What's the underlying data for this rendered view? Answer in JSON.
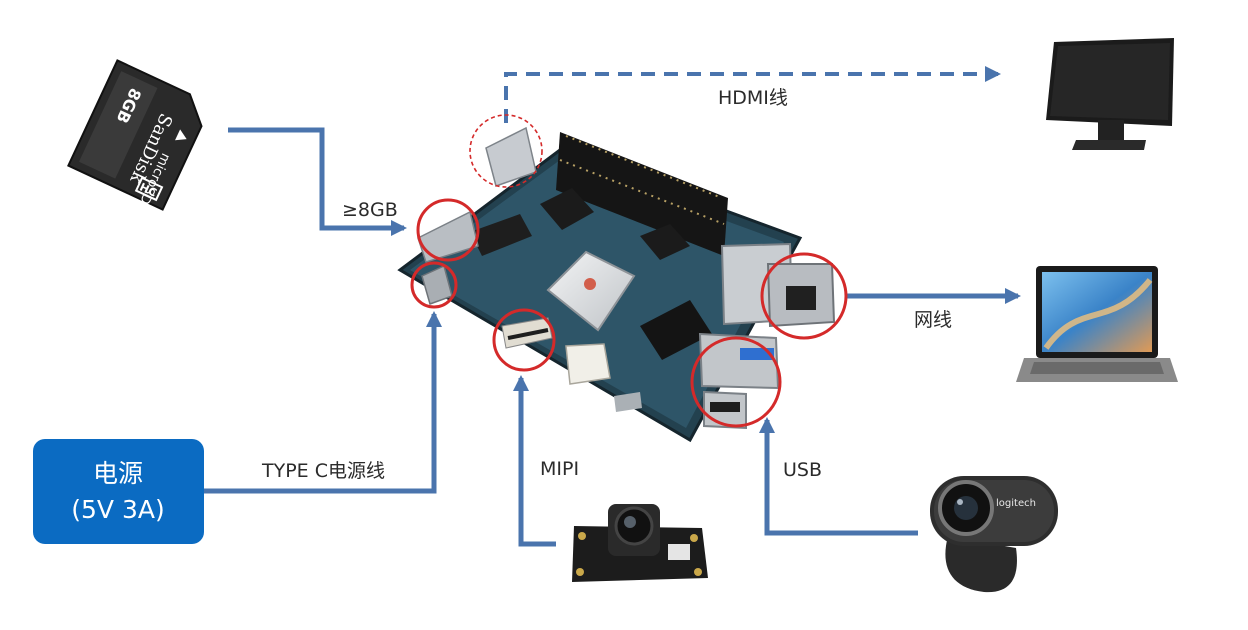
{
  "labels": {
    "sd": "≥8GB",
    "hdmi": "HDMI线",
    "network": "网线",
    "type_c": "TYPE C电源线",
    "mipi": "MIPI",
    "usb": "USB"
  },
  "power_box": {
    "line1": "电源",
    "line2": "(5V 3A)"
  },
  "sd_card": {
    "brand": "SanDisk",
    "capacity": "8GB",
    "type": "microSD",
    "badge": "HC"
  },
  "webcam": {
    "brand": "logitech"
  },
  "colors": {
    "arrow": "#4a74ad",
    "power_box": "#0b6bc2",
    "marker_circle": "#d42a2a",
    "board": "#2d4a5a"
  }
}
